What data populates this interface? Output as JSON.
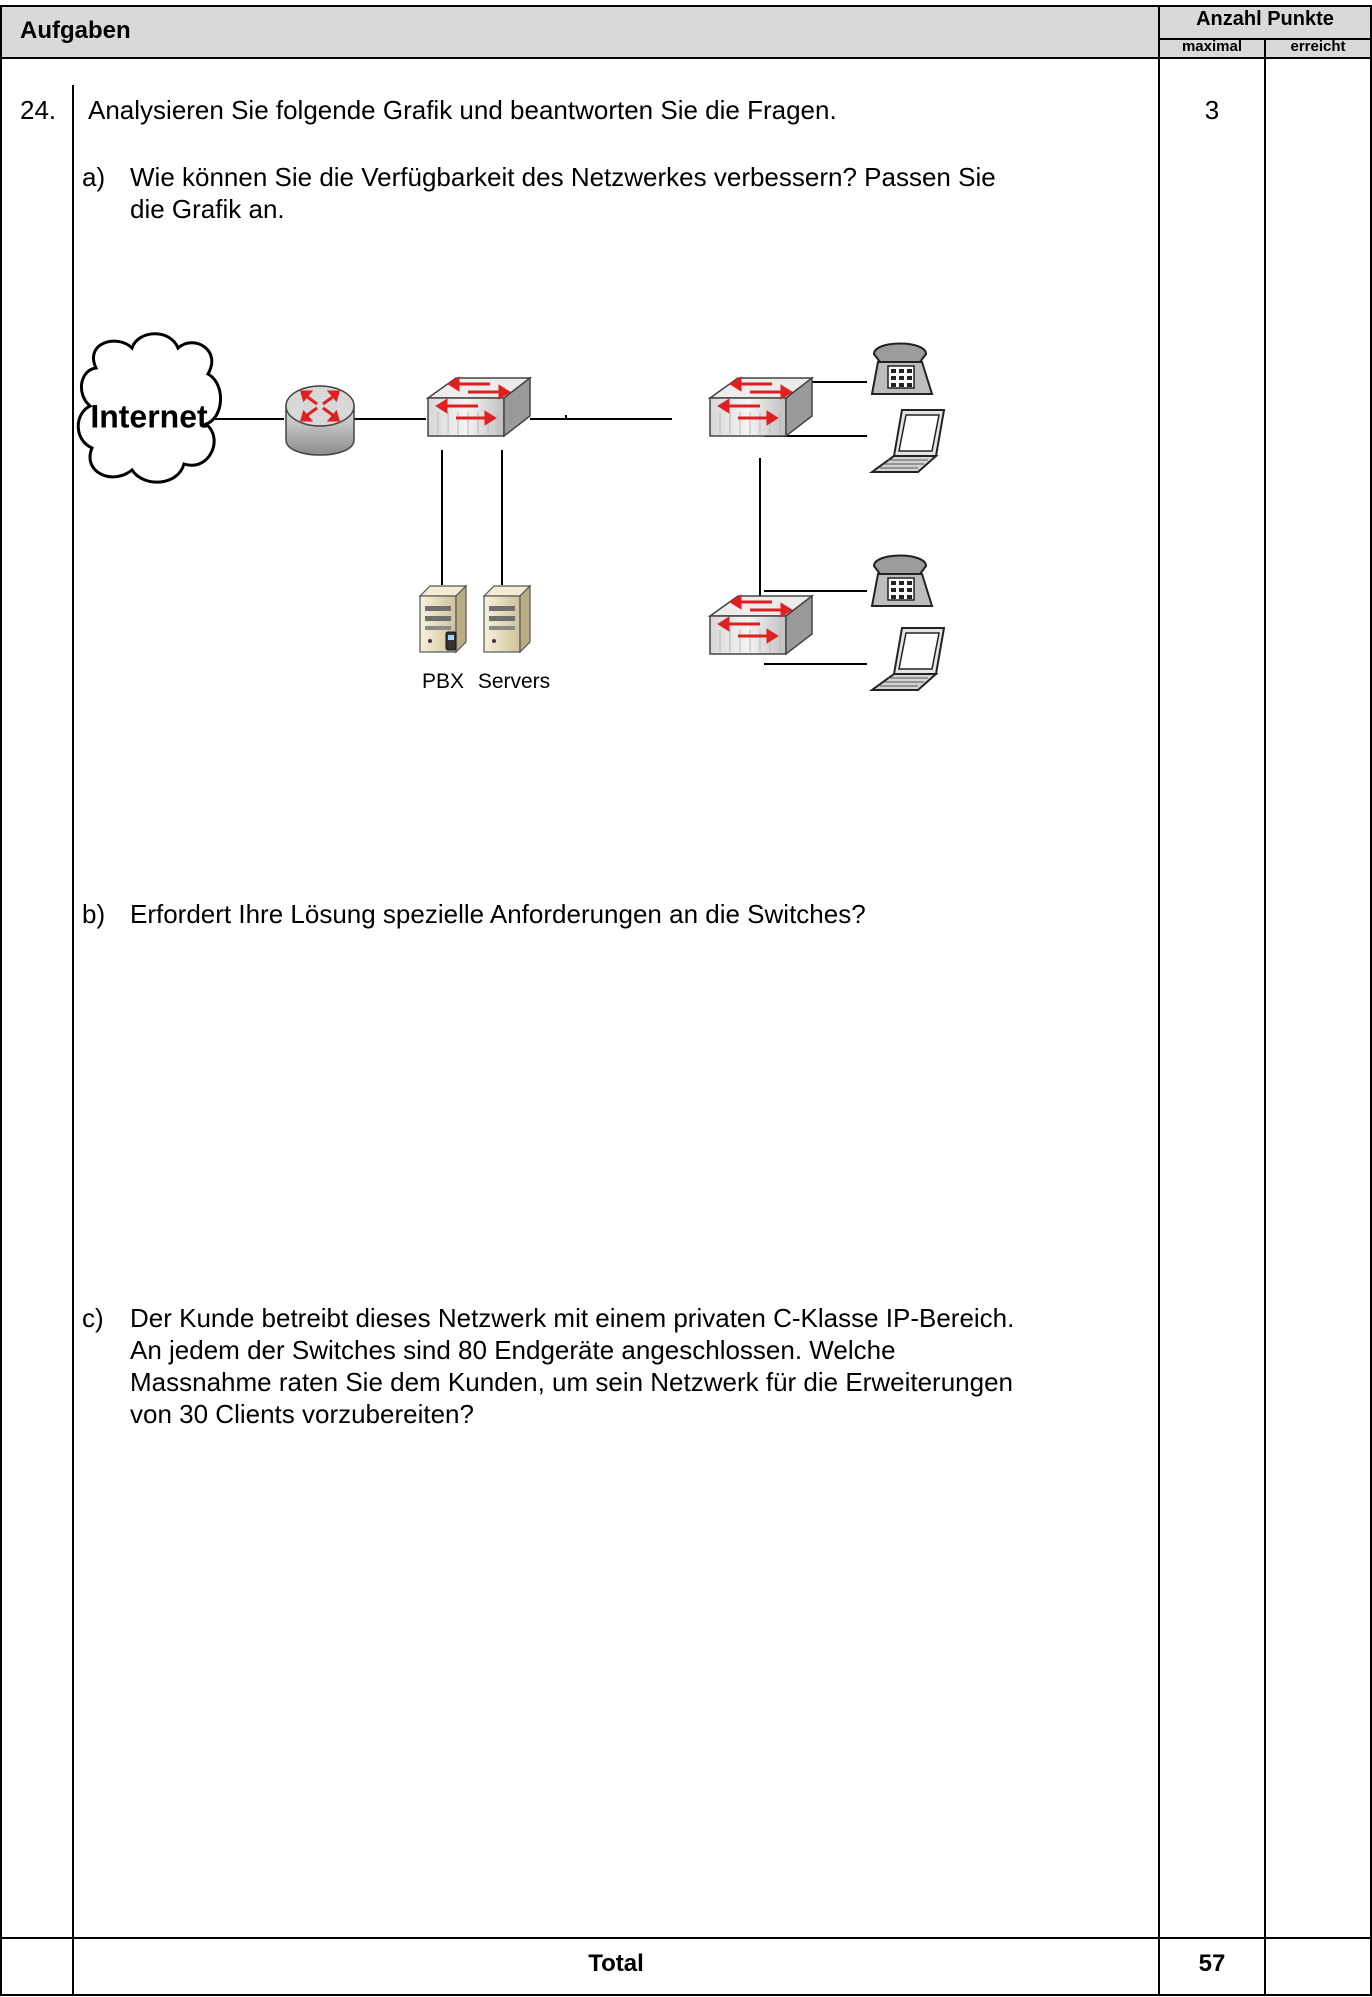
{
  "header": {
    "tasks_label": "Aufgaben",
    "points_label": "Anzahl Punkte",
    "max_label": "maximal",
    "achieved_label": "erreicht"
  },
  "task": {
    "number": "24.",
    "intro": "Analysieren Sie folgende Grafik und beantworten Sie die Fragen.",
    "max_points": "3",
    "questions": [
      {
        "letter": "a)",
        "text_lines": [
          "Wie können Sie die Verfügbarkeit des Netzwerkes verbessern? Passen Sie",
          "die Grafik an."
        ]
      },
      {
        "letter": "b)",
        "text_lines": [
          "Erfordert Ihre Lösung spezielle Anforderungen an die Switches?"
        ]
      },
      {
        "letter": "c)",
        "text_lines": [
          "Der Kunde betreibt dieses Netzwerk mit einem privaten C-Klasse IP-Bereich.",
          "An jedem der Switches sind 80 Endgeräte angeschlossen. Welche",
          "Massnahme raten Sie dem Kunden, um sein Netzwerk für die Erweiterungen",
          "von 30 Clients vorzubereiten?"
        ]
      }
    ]
  },
  "diagram": {
    "cloud_label": "Internet",
    "pbx_label": "PBX",
    "servers_label": "Servers",
    "icons": [
      "cloud-icon",
      "router-icon",
      "switch-icon",
      "server-icon",
      "phone-icon",
      "laptop-icon"
    ],
    "colors": {
      "arrow_red": "#e02020",
      "device_grey": "#a9a9a9",
      "server_beige": "#efe6c8"
    }
  },
  "footer": {
    "total_label": "Total",
    "total_points": "57"
  },
  "colors": {
    "header_bg": "#d9d9d9"
  }
}
